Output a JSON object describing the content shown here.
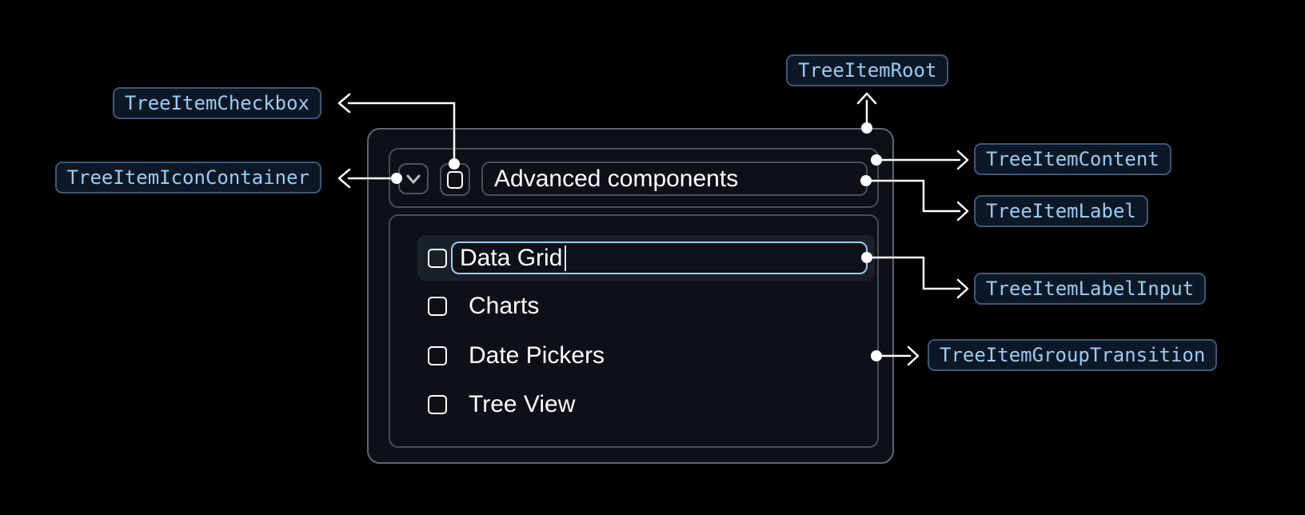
{
  "colors": {
    "background": "#000000",
    "accent_blue": "#99ccf3",
    "badge_bg": "#0d1826",
    "badge_border": "#3e5878",
    "badge_text": "#99ccf3",
    "panel_bg": "#0d1117",
    "panel_border": "#5d6671",
    "box_border": "#454e59",
    "row_highlight_bg": "#1a202a",
    "checkbox_border": "#ffffff",
    "connector": "#ffffff",
    "tree_text": "#ffffff"
  },
  "annotations": {
    "root": {
      "label": "TreeItemRoot"
    },
    "checkbox": {
      "label": "TreeItemCheckbox"
    },
    "icon_container": {
      "label": "TreeItemIconContainer"
    },
    "content": {
      "label": "TreeItemContent"
    },
    "item_label": {
      "label": "TreeItemLabel"
    },
    "label_input": {
      "label": "TreeItemLabelInput"
    },
    "group_transition": {
      "label": "TreeItemGroupTransition"
    }
  },
  "tree": {
    "parent": {
      "label": "Advanced components",
      "expanded": true,
      "checked": false
    },
    "editing_item": {
      "value": "Data Grid",
      "checked": false
    },
    "items": [
      {
        "label": "Charts",
        "checked": false
      },
      {
        "label": "Date Pickers",
        "checked": false
      },
      {
        "label": "Tree View",
        "checked": false
      }
    ]
  },
  "icons": {
    "expand": "chevron-down-icon"
  }
}
